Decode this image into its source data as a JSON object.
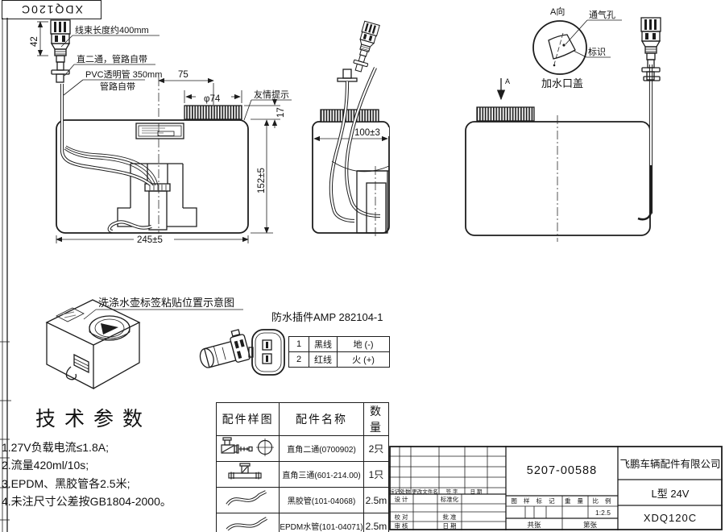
{
  "corner_box": {
    "code": "XDQ120C"
  },
  "front_view": {
    "callouts": {
      "harness": "线束长度约400mm",
      "fitting": "直二通，管路自带",
      "pvc_line1": "PVC透明管 350mm",
      "pvc_line2": "管路自带",
      "friendly": "友情提示"
    },
    "dims": {
      "connector_height": "42",
      "neck_offset": "75",
      "cap_dia": "φ74",
      "cap_height": "17",
      "height": "152±5",
      "width": "245±5"
    }
  },
  "side_view": {
    "dims": {
      "depth": "100±3"
    }
  },
  "rear_view": {
    "view_arrow": "A"
  },
  "detail_view": {
    "title": "A向",
    "vent": "通气孔",
    "marking": "标识",
    "caption": "加水口盖"
  },
  "label_diagram": {
    "caption": "洗涤水壶标签粘贴位置示意图"
  },
  "connector": {
    "title": "防水插件AMP 282104-1",
    "pins": [
      {
        "no": "1",
        "wire": "黑线",
        "signal": "地 (-)"
      },
      {
        "no": "2",
        "wire": "红线",
        "signal": "火 (+)"
      }
    ]
  },
  "tech_params": {
    "title": "技术参数",
    "items": [
      "1.27V负载电流≤1.8A;",
      "2.流量420ml/10s;",
      "3.EPDM、黑胶管各2.5米;",
      "4.未注尺寸公差按GB1804-2000。"
    ]
  },
  "parts_table": {
    "headers": [
      "配件样图",
      "配件名称",
      "数量"
    ],
    "rows": [
      {
        "icon": "elbow-fitting",
        "name": "直角二通(0700902)",
        "qty": "2只"
      },
      {
        "icon": "tee-fitting",
        "name": "直角三通(601-214.00)",
        "qty": "1只"
      },
      {
        "icon": "rubber-hose",
        "name": "黑胶管(101-04068)",
        "qty": "2.5m"
      },
      {
        "icon": "epdm-hose",
        "name": "EPDM水管(101-04071)",
        "qty": "2.5m"
      }
    ]
  },
  "title_block": {
    "drawing_number": "5207-00588",
    "company": "飞鹏车辆配件有限公司",
    "product": "L型 24V",
    "code": "XDQ120C",
    "scale_value": "1:2.5",
    "labels": {
      "mark": "标记",
      "count": "处数",
      "change_file": "更改文件名",
      "signature": "签 字",
      "date": "日 期",
      "design": "设 计",
      "standardize": "标准化",
      "proofread": "校 对",
      "approve": "批 准",
      "review": "审 核",
      "date2": "日 期",
      "drawing_mark": "图 样 标 记",
      "weight": "重 量",
      "scale": "比 例",
      "total": "共",
      "sheets": "张",
      "page": "第",
      "sheet2": "张"
    }
  },
  "colors": {
    "line": "#1d1d1d",
    "bg": "#ffffff"
  }
}
